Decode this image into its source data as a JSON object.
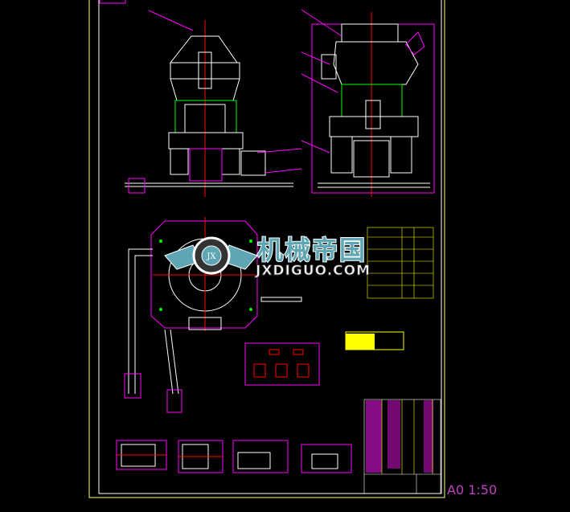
{
  "drawing": {
    "scale_label": "A0 1:50",
    "colors": {
      "outer_frame": "#ffff80",
      "inner_frame": "#ffffff",
      "outline": "#ffffff",
      "leader": "#ff00ff",
      "centerline": "#ff0000",
      "dimension": "#00ff00",
      "hatch": "#00ffff",
      "table_line": "#ffff00"
    }
  },
  "watermark": {
    "title_cn": "机械帝国",
    "site": "JXDIGUO.COM",
    "badge": "JX"
  }
}
